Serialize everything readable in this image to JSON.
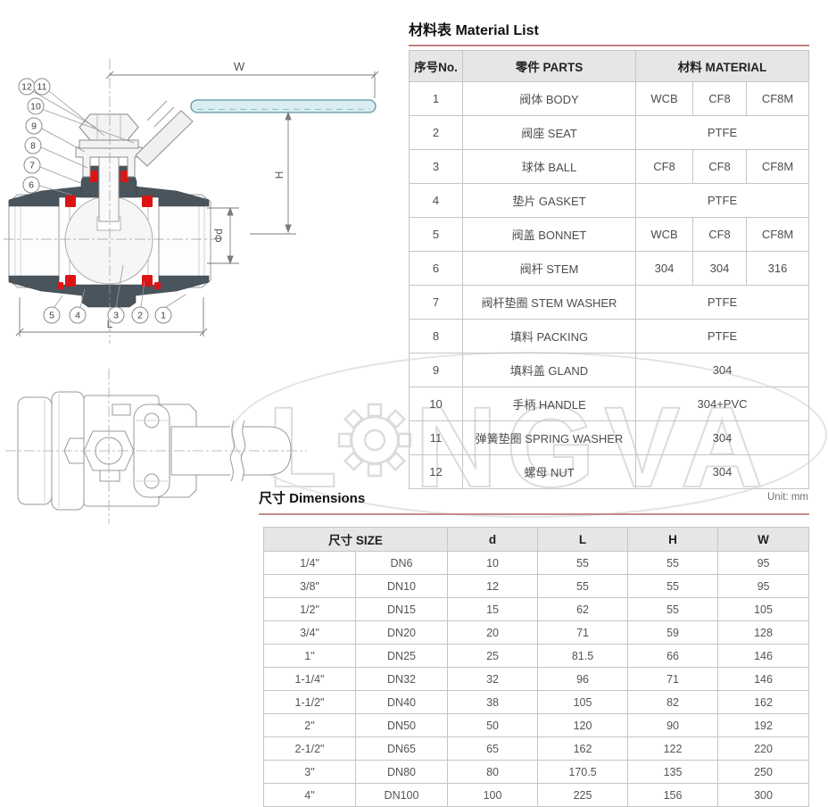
{
  "material_list": {
    "title": "材料表 Material List",
    "headers": {
      "no": "序号No.",
      "parts": "零件 PARTS",
      "material": "材料 MATERIAL"
    },
    "rows": [
      {
        "no": "1",
        "part": "阀体 BODY",
        "m1": "WCB",
        "m2": "CF8",
        "m3": "CF8M"
      },
      {
        "no": "2",
        "part": "阀座 SEAT",
        "m": "PTFE"
      },
      {
        "no": "3",
        "part": "球体 BALL",
        "m1": "CF8",
        "m2": "CF8",
        "m3": "CF8M"
      },
      {
        "no": "4",
        "part": "垫片 GASKET",
        "m": "PTFE"
      },
      {
        "no": "5",
        "part": "阀盖 BONNET",
        "m1": "WCB",
        "m2": "CF8",
        "m3": "CF8M"
      },
      {
        "no": "6",
        "part": "阀杆 STEM",
        "m1": "304",
        "m2": "304",
        "m3": "316"
      },
      {
        "no": "7",
        "part": "阀杆垫圈 STEM WASHER",
        "m": "PTFE"
      },
      {
        "no": "8",
        "part": "填料 PACKING",
        "m": "PTFE"
      },
      {
        "no": "9",
        "part": "填料盖 GLAND",
        "m": "304"
      },
      {
        "no": "10",
        "part": "手柄 HANDLE",
        "m": "304+PVC"
      },
      {
        "no": "11",
        "part": "弹簧垫圈 SPRING WASHER",
        "m": "304"
      },
      {
        "no": "12",
        "part": "螺母 NUT",
        "m": "304"
      }
    ]
  },
  "dimensions": {
    "title": "尺寸 Dimensions",
    "unit": "Unit: mm",
    "headers": {
      "size": "尺寸 SIZE",
      "d": "d",
      "L": "L",
      "H": "H",
      "W": "W"
    },
    "rows": [
      {
        "inch": "1/4\"",
        "dn": "DN6",
        "d": "10",
        "L": "55",
        "H": "55",
        "W": "95"
      },
      {
        "inch": "3/8\"",
        "dn": "DN10",
        "d": "12",
        "L": "55",
        "H": "55",
        "W": "95"
      },
      {
        "inch": "1/2\"",
        "dn": "DN15",
        "d": "15",
        "L": "62",
        "H": "55",
        "W": "105"
      },
      {
        "inch": "3/4\"",
        "dn": "DN20",
        "d": "20",
        "L": "71",
        "H": "59",
        "W": "128"
      },
      {
        "inch": "1\"",
        "dn": "DN25",
        "d": "25",
        "L": "81.5",
        "H": "66",
        "W": "146"
      },
      {
        "inch": "1-1/4\"",
        "dn": "DN32",
        "d": "32",
        "L": "96",
        "H": "71",
        "W": "146"
      },
      {
        "inch": "1-1/2\"",
        "dn": "DN40",
        "d": "38",
        "L": "105",
        "H": "82",
        "W": "162"
      },
      {
        "inch": "2\"",
        "dn": "DN50",
        "d": "50",
        "L": "120",
        "H": "90",
        "W": "192"
      },
      {
        "inch": "2-1/2\"",
        "dn": "DN65",
        "d": "65",
        "L": "162",
        "H": "122",
        "W": "220"
      },
      {
        "inch": "3\"",
        "dn": "DN80",
        "d": "80",
        "L": "170.5",
        "H": "135",
        "W": "250"
      },
      {
        "inch": "4\"",
        "dn": "DN100",
        "d": "100",
        "L": "225",
        "H": "156",
        "W": "300"
      }
    ]
  },
  "drawing": {
    "dim_w": "W",
    "dim_h": "H",
    "dim_d": "Φd",
    "dim_l": "L",
    "callouts": [
      "1",
      "2",
      "3",
      "4",
      "5",
      "6",
      "7",
      "8",
      "9",
      "10",
      "11",
      "12"
    ],
    "colors": {
      "body_dark": "#4a545c",
      "seal_red": "#dd1414",
      "handle_blue": "#d9edf2",
      "rule_red": "#c07d7d"
    }
  },
  "watermark": {
    "before_gear": "L",
    "after_gear": "NGVA"
  }
}
